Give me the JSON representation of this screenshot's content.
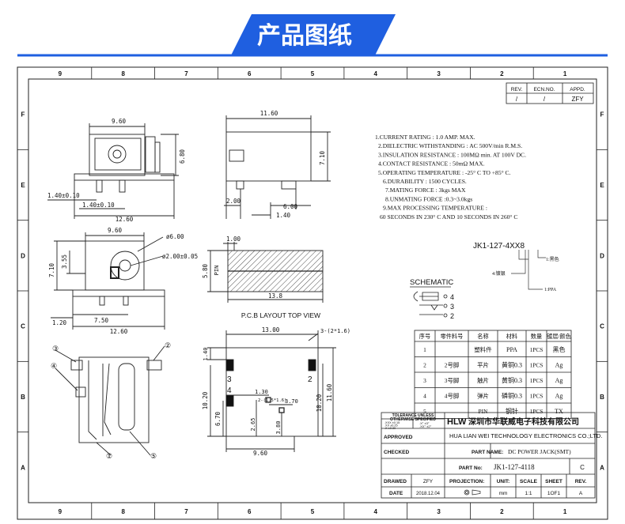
{
  "banner": {
    "title": "产品图纸",
    "accent": "#1f5fe0"
  },
  "border": {
    "cols_top": [
      "9",
      "8",
      "7",
      "6",
      "5",
      "4",
      "3",
      "2",
      "1"
    ],
    "cols_bottom": [
      "9",
      "8",
      "7",
      "6",
      "5",
      "4",
      "3",
      "2",
      "1"
    ],
    "rows_left": [
      "F",
      "E",
      "D",
      "C",
      "B",
      "A"
    ],
    "rows_right": [
      "F",
      "E",
      "D",
      "C",
      "B",
      "A"
    ]
  },
  "revision": {
    "headers": [
      "REV.",
      "ECN.NO.",
      "APPD."
    ],
    "values": [
      "/",
      "/",
      "ZFY"
    ]
  },
  "specs": [
    "1.CURRENT RATING : 1.0 AMP. MAX.",
    "2.DIELECTRIC WITHSTANDING : AC 500V/min R.M.S.",
    "3.INSULATION RESISTANCE : 100MΩ min. AT 100V DC.",
    "4.CONTACT RESISTANCE : 50mΩ MAX.",
    "5.OPERATING TEMPERATURE : -25° C TO +85° C.",
    "6.DURABILITY : 1500 CYCLES.",
    "7.MATING FORCE : 3kgs MAX",
    "8.UNMATING FORCE :0.3~3.0kgs",
    "9.MAX PROCESSING TEMPERATURE :",
    "60 SECONDS IN 230° C AND 10 SECONDS IN 260° C"
  ],
  "part_code": {
    "code": "JK1-127-4XX8",
    "label_color": "1:黑色",
    "label_plating": "4:镀银",
    "label_material": "1:PPA"
  },
  "schematic": {
    "title": "SCHEMATIC",
    "pins": [
      "4",
      "3",
      "2"
    ]
  },
  "dims": {
    "front_width": "9.60",
    "front_height": "6.80",
    "front_pin1": "1.40±0.10",
    "front_pin2": "1.40±0.10",
    "front_base": "12.60",
    "side_width": "11.60",
    "side_height": "7.10",
    "side_d1": "2.00",
    "side_d2": "6.00",
    "side_d3": "1.40",
    "bottom_width": "9.60",
    "bottom_hole1": "ø6.00",
    "bottom_hole2": "ø2.00±0.05",
    "bottom_h1": "3.55",
    "bottom_h2": "7.10",
    "bottom_d1": "1.20",
    "bottom_d2": "7.50",
    "bottom_base": "12.60",
    "pin_d1": "1.00",
    "pin_d2": "5.80",
    "pin_label": "PIN",
    "pin_len": "13.8",
    "pcb_title": "P.C.B LAYOUT  TOP VIEW",
    "pcb_width": "13.00",
    "pcb_holes": "3-(2*1.6)",
    "pcb_d1": "1.40",
    "pcb_d2": "1.30",
    "pcb_slot": "2-(1.5*1.6)",
    "pcb_d3": "3.70",
    "pcb_h1": "10.20",
    "pcb_h2": "6.70",
    "pcb_h3": "2.65",
    "pcb_h4": "3.80",
    "pcb_h5": "10.20",
    "pcb_h6": "11.60",
    "pcb_base": "9.60",
    "pcb_pin3": "3",
    "pcb_pin2": "2",
    "pcb_pin4": "4"
  },
  "bom": {
    "headers": [
      "序号",
      "零件料号",
      "名称",
      "材料",
      "数量",
      "镀层/颜色"
    ],
    "rows": [
      [
        "1",
        "",
        "塑料件",
        "PPA",
        "1PCS",
        "黑色"
      ],
      [
        "2",
        "2号脚",
        "平片",
        "黄铜0.3",
        "1PCS",
        "Ag"
      ],
      [
        "3",
        "3号脚",
        "触片",
        "黄铜0.3",
        "1PCS",
        "Ag"
      ],
      [
        "4",
        "4号脚",
        "弹片",
        "磷铜0.3",
        "1PCS",
        "Ag"
      ],
      [
        "5",
        "",
        "PIN",
        "钢针",
        "1PCS",
        "TX"
      ]
    ]
  },
  "title_block": {
    "tol_title": "TOLERANCE UNLESS",
    "tol_title2": "OTHERWISE SPECIFIED",
    "tol_rows": [
      ".XXX ±0.15",
      ".XX   ±0.25",
      ".X     ±0.30"
    ],
    "tol_angles": [
      ".X°  ±3°",
      ".XX°  ±2°"
    ],
    "logo": "HLW",
    "company_cn": "深圳市华联威电子科技有限公司",
    "company_en": "HUA LIAN WEI TECHNOLOGY ELECTRONICS CO.;LTD.",
    "approved_label": "APPROVED",
    "checked_label": "CHECKED",
    "drawed_label": "DRAWED",
    "date_label": "DATE",
    "drawed_value": "ZFY",
    "date_value": "2018.12.04",
    "part_name_label": "PART NAME:",
    "part_name": "DC POWER JACK(SMT)",
    "part_no_label": "PART No:",
    "part_no": "JK1-127-4118",
    "part_rev": "C",
    "projection_label": "PROJECTION:",
    "unit_label": "UNIT:",
    "unit": "mm",
    "scale_label": "SCALE",
    "scale": "1:1",
    "sheet_label": "SHEET",
    "sheet": "1OF1",
    "rev_label": "REV.",
    "rev": "A"
  },
  "callouts": [
    "①",
    "②",
    "③",
    "④",
    "⑤"
  ]
}
